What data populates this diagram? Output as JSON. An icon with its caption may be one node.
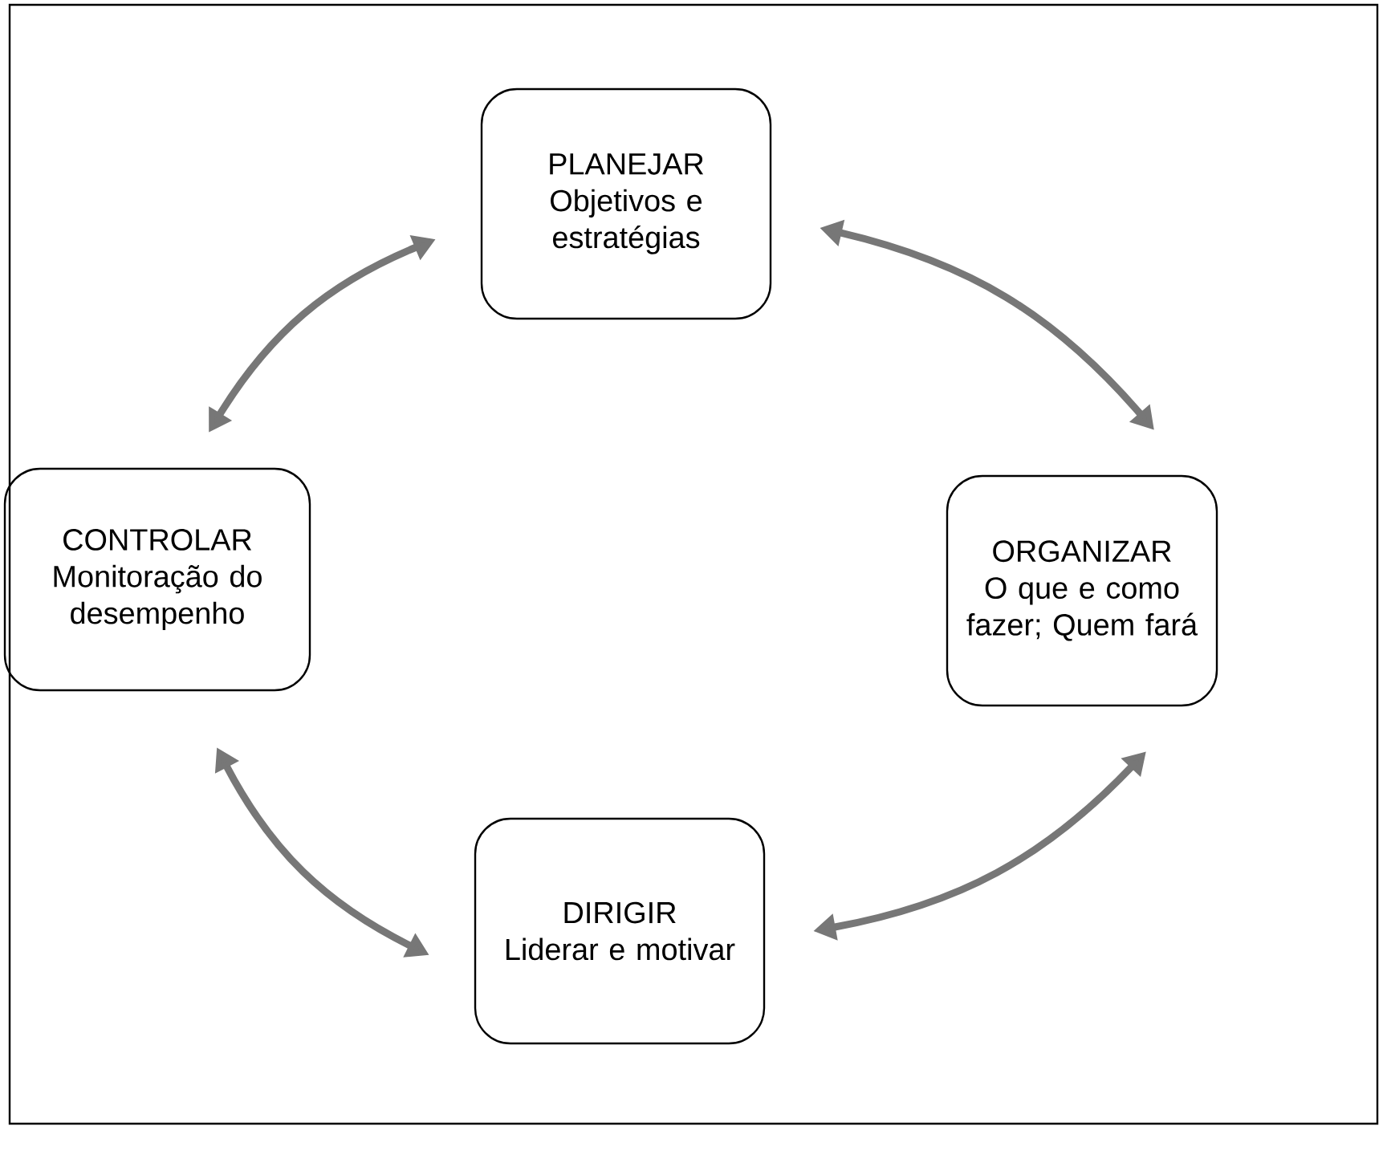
{
  "diagram": {
    "nodes": [
      {
        "text": [
          "PLANEJAR",
          "Objetivos e estratégias"
        ]
      },
      {
        "text": [
          "CONTROLAR",
          "Monitoração do desempenho"
        ]
      },
      {
        "text": [
          "ORGANIZAR",
          "O que e como fazer; Quem fará"
        ]
      },
      {
        "text": [
          "DIRIGIR",
          "Liderar e motivar"
        ]
      }
    ],
    "edges": [
      {
        "from": 1,
        "to": 0,
        "arrow": "both"
      },
      {
        "from": 0,
        "to": 2,
        "arrow": "both"
      },
      {
        "from": 2,
        "to": 3,
        "arrow": "both"
      },
      {
        "from": 3,
        "to": 1,
        "arrow": "both"
      }
    ]
  }
}
